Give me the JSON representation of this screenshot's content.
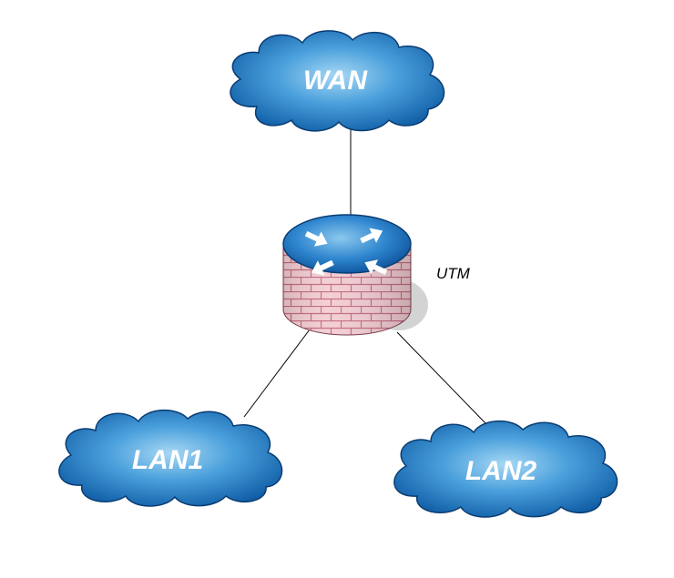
{
  "diagram": {
    "nodes": {
      "wan": {
        "label": "WAN",
        "type": "cloud"
      },
      "utm": {
        "label": "UTM",
        "type": "firewall-router"
      },
      "lan1": {
        "label": "LAN1",
        "type": "cloud"
      },
      "lan2": {
        "label": "LAN2",
        "type": "cloud"
      }
    },
    "links": [
      {
        "from": "WAN",
        "to": "UTM"
      },
      {
        "from": "UTM",
        "to": "LAN1"
      },
      {
        "from": "UTM",
        "to": "LAN2"
      }
    ],
    "colors": {
      "cloud_light": "#9fd3f2",
      "cloud_mid": "#3a95d6",
      "cloud_dark": "#0f5fa8",
      "cloud_stroke": "#0b3e73",
      "brick": "#f1c9d0",
      "mortar": "#c06a7a",
      "link": "#000000"
    }
  }
}
